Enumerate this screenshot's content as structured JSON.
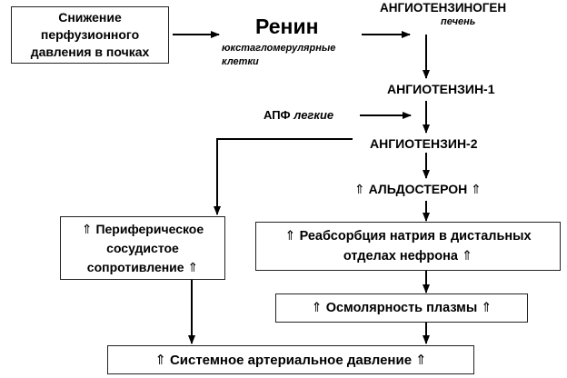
{
  "nodes": {
    "perfusion_drop": {
      "line1": "Снижение",
      "line2": "перфузионного",
      "line3": "давления в почках"
    },
    "renin": {
      "title": "Ренин",
      "sub1": "юкстагломерулярные",
      "sub2": "клетки"
    },
    "angiotensinogen": {
      "title": "АНГИОТЕНЗИНОГЕН",
      "sub": "печень"
    },
    "angiotensin1": {
      "title": "АНГИОТЕНЗИН-1"
    },
    "ace": {
      "title": "АПФ",
      "sub": "легкие"
    },
    "angiotensin2": {
      "title": "АНГИОТЕНЗИН-2"
    },
    "aldosterone": {
      "title": "АЛЬДОСТЕРОН",
      "up_symbol": "⇑"
    },
    "peripheral_resistance": {
      "line1": "Периферическое",
      "line2": "сосудистое",
      "line3": "сопротивление",
      "up_symbol": "⇑"
    },
    "sodium_reabsorption": {
      "line1": "Реабсорбция натрия в дистальных",
      "line2": "отделах нефрона",
      "up_symbol": "⇑"
    },
    "plasma_osmolarity": {
      "title": "Осмолярность плазмы",
      "up_symbol": "⇑"
    },
    "systemic_pressure": {
      "title": "Системное артериальное давление",
      "up_symbol": "⇑"
    }
  },
  "colors": {
    "arrow": "#000000",
    "border": "#222222",
    "text": "#000000"
  }
}
